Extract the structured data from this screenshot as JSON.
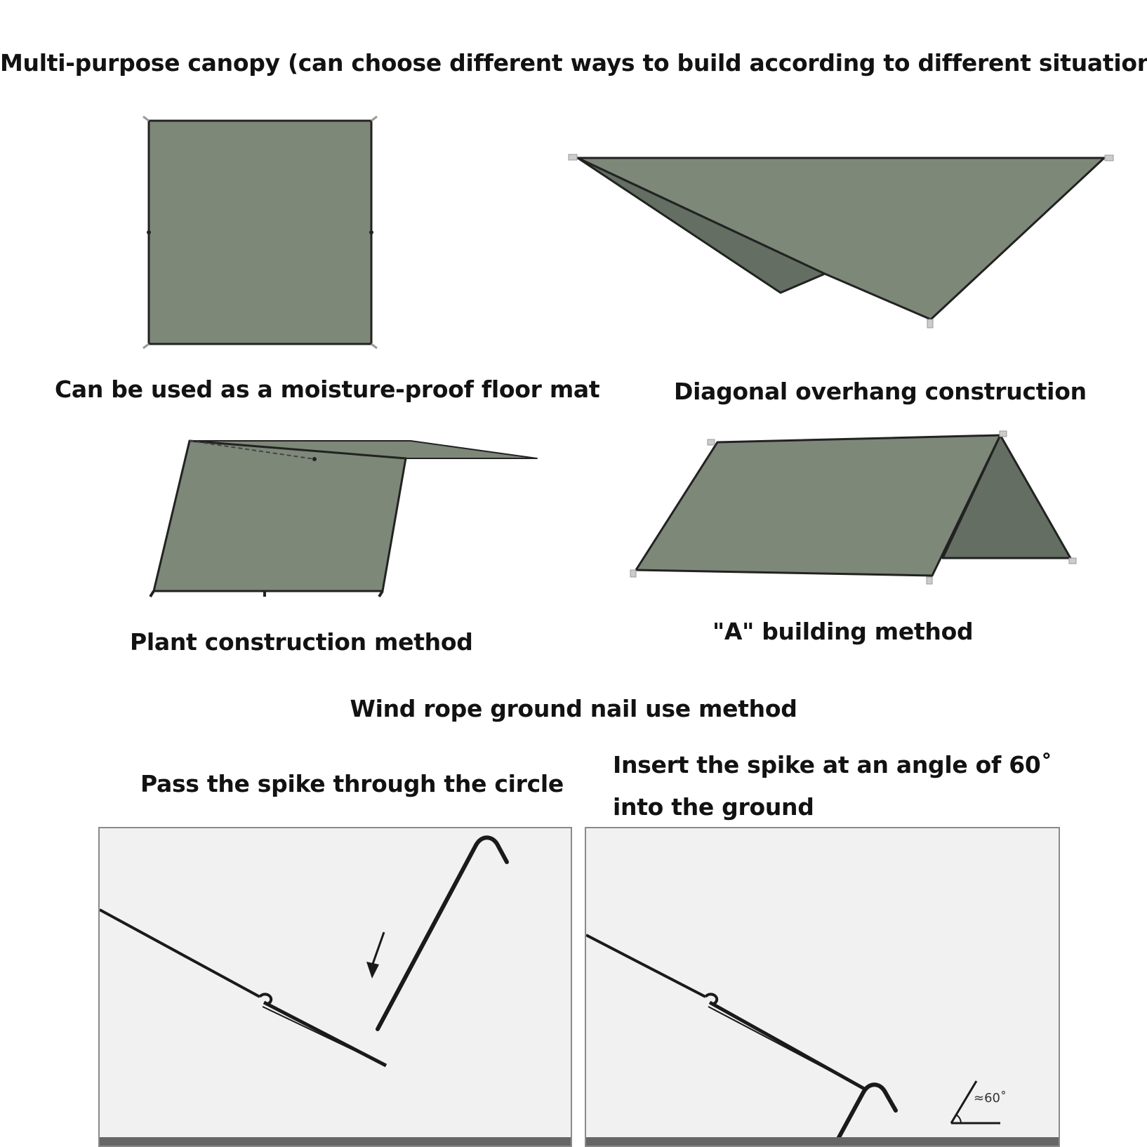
{
  "header": {
    "title": "Multi-purpose canopy (can choose different ways to build according to different situations)"
  },
  "methods": [
    {
      "caption": "Can be used as a moisture-proof floor mat",
      "illustration": "floor-mat-tarp"
    },
    {
      "caption": "Diagonal overhang construction",
      "illustration": "diagonal-overhang-tarp"
    },
    {
      "caption": "Plant construction method",
      "illustration": "plant-construction-tarp"
    },
    {
      "caption": "\"A\" building method",
      "illustration": "a-frame-tarp"
    }
  ],
  "ground_nail": {
    "section_title": "Wind rope ground nail use method",
    "step1": "Pass the spike through the circle",
    "step2_line1": "Insert the spike at an angle of 60˚",
    "step2_line2": "into the ground",
    "angle_label": "≈60˚"
  },
  "colors": {
    "tarp": "#7d8878",
    "tarp_shadow": "#646e62",
    "outline": "#222222",
    "panel_bg": "#f1f1f1"
  }
}
